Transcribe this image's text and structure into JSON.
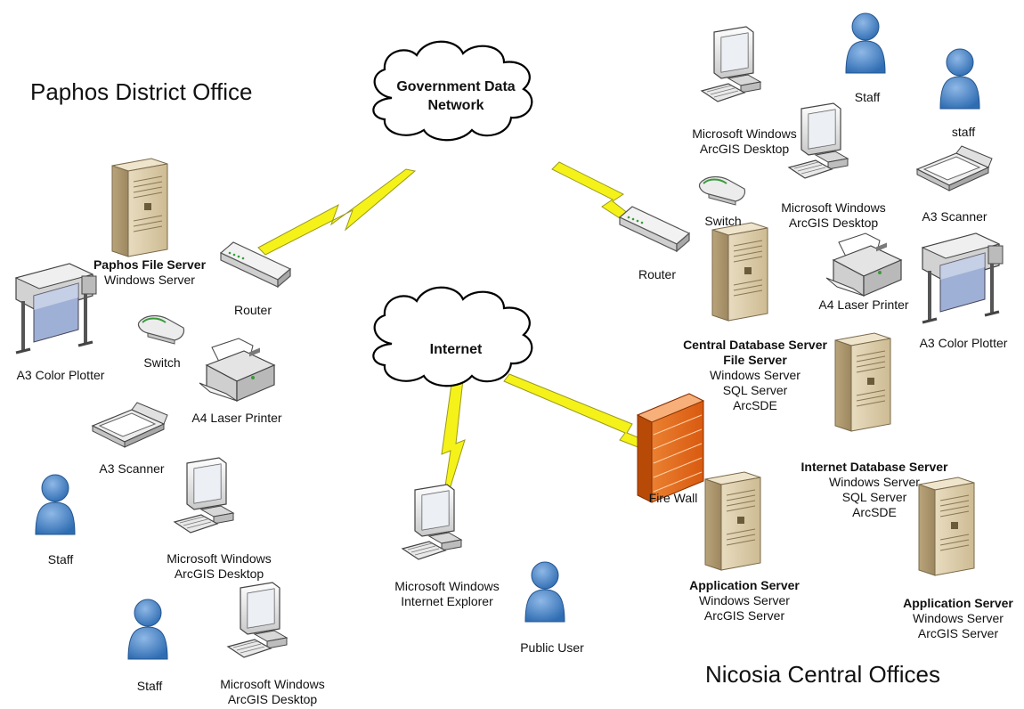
{
  "regions": {
    "paphos": "Paphos District Office",
    "nicosia": "Nicosia Central Offices"
  },
  "clouds": {
    "gdn": {
      "line1": "Government Data",
      "line2": "Network"
    },
    "internet": "Internet"
  },
  "paphos": {
    "file_server": {
      "name": "Paphos File Server",
      "os": "Windows Server"
    },
    "router": "Router",
    "switch": "Switch",
    "plotter": "A3 Color Plotter",
    "printer": "A4 Laser Printer",
    "scanner": "A3 Scanner",
    "staff1": "Staff",
    "staff2": "Staff",
    "ws1": {
      "line1": "Microsoft Windows",
      "line2": "ArcGIS Desktop"
    },
    "ws2": {
      "line1": "Microsoft Windows",
      "line2": "ArcGIS Desktop"
    }
  },
  "public": {
    "ws": {
      "line1": "Microsoft Windows",
      "line2": "Internet Explorer"
    },
    "user": "Public User"
  },
  "nicosia": {
    "router": "Router",
    "switch": "Switch",
    "staff1": "Staff",
    "staff2": "staff",
    "ws1": {
      "line1": "Microsoft Windows",
      "line2": "ArcGIS Desktop"
    },
    "ws2": {
      "line1": "Microsoft Windows",
      "line2": "ArcGIS Desktop"
    },
    "scanner": "A3 Scanner",
    "printer": "A4 Laser Printer",
    "plotter": "A3 Color Plotter",
    "central_db": {
      "name1": "Central Database Server",
      "name2": "File Server",
      "l1": "Windows Server",
      "l2": "SQL Server",
      "l3": "ArcSDE"
    },
    "internet_db": {
      "name": "Internet Database Server",
      "l1": "Windows Server",
      "l2": "SQL Server",
      "l3": "ArcSDE"
    },
    "firewall": "Fire Wall",
    "app1": {
      "name": "Application Server",
      "l1": "Windows Server",
      "l2": "ArcGIS Server"
    },
    "app2": {
      "name": "Application Server",
      "l1": "Windows Server",
      "l2": "ArcGIS Server"
    }
  }
}
